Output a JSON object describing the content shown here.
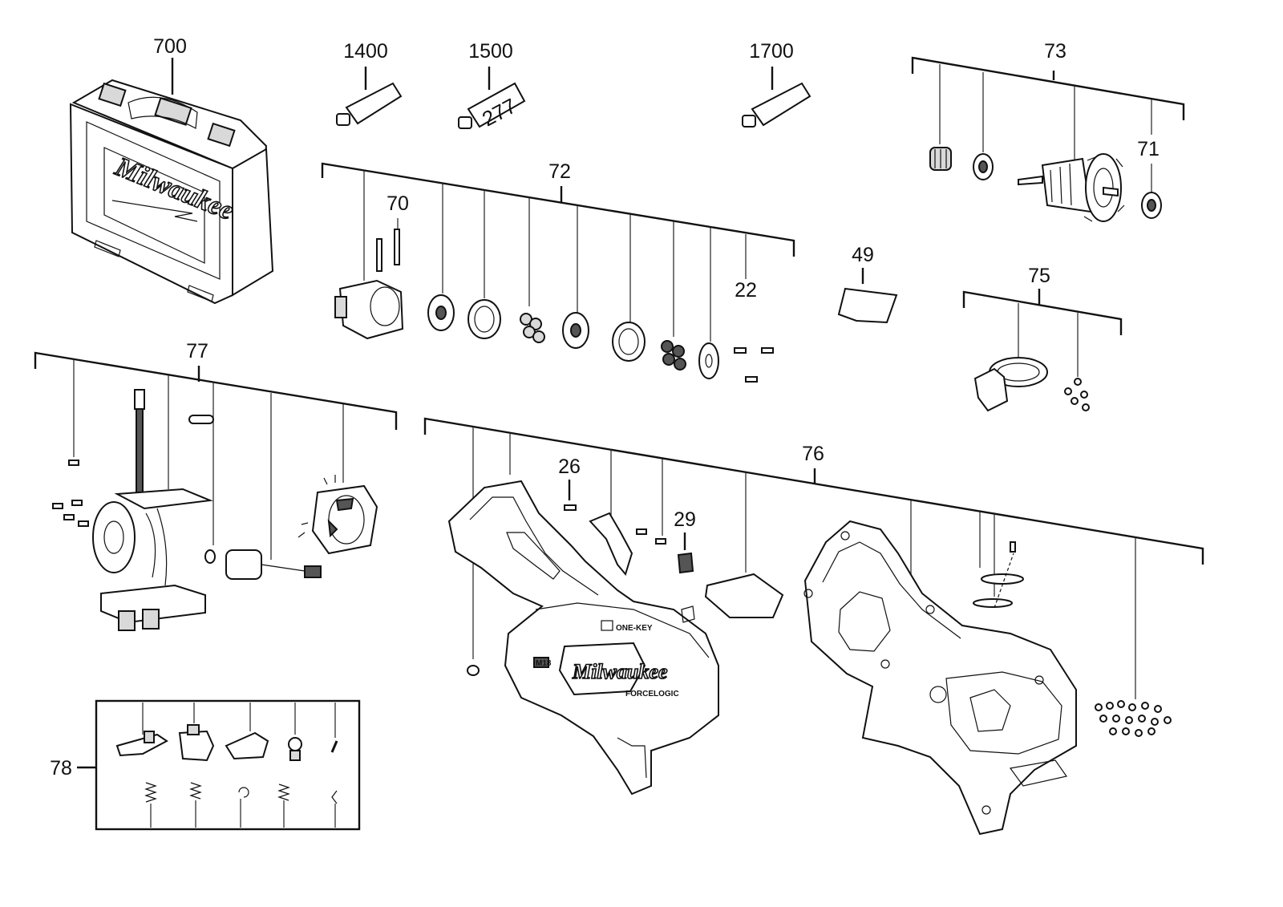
{
  "callouts": {
    "case": "700",
    "grease_1400": "1400",
    "grease_1500": "1500",
    "grease_1700": "1700",
    "armature_kit": "73",
    "bearing_71": "71",
    "gearbox_kit": "72",
    "screw_70": "70",
    "screw_22": "22",
    "label_49": "49",
    "hook_kit": "75",
    "electronics_kit": "77",
    "housing_kit": "76",
    "screw_26": "26",
    "switch_29": "29",
    "trigger_kit": "78"
  },
  "markings": {
    "case_brand": "Milwaukee",
    "tube_number": "277",
    "housing_brand": "Milwaukee",
    "onekey_label": "ONE-KEY",
    "forcelogic_label": "FORCELOGIC",
    "model_badge": "M18"
  },
  "colors": {
    "ink": "#111111",
    "paper": "#ffffff",
    "shade": "#d9d9d9"
  },
  "icons": {
    "tool_case": "carrying-case-icon",
    "grease_tube": "grease-tube-icon",
    "armature": "armature-icon",
    "stator": "stator-field-icon",
    "housing": "tool-housing-icon"
  }
}
